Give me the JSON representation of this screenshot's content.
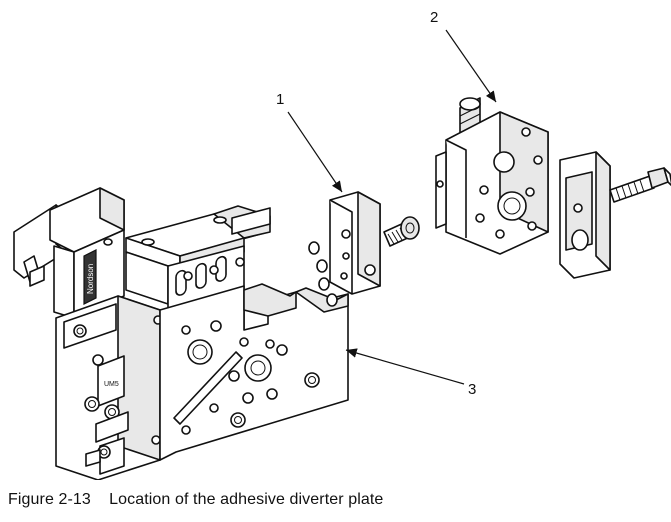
{
  "figure": {
    "callouts": [
      {
        "label": "1"
      },
      {
        "label": "2"
      },
      {
        "label": "3"
      }
    ],
    "logo_text": "Nordson",
    "module_text": "UM5"
  },
  "caption": {
    "figure_number": "Figure 2-13",
    "text": "Location of the adhesive diverter plate"
  }
}
